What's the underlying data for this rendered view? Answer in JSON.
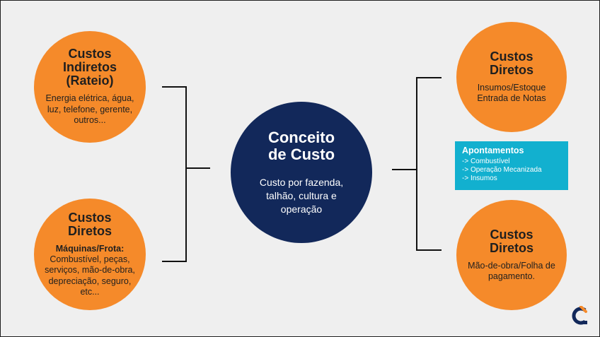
{
  "center": {
    "title": "Conceito\nde Custo",
    "body": "Custo por fazenda,\ntalhão, cultura e\noperação"
  },
  "left_top": {
    "title": "Custos\nIndiretos\n(Rateio)",
    "body": "Energia elétrica, água,\nluz, telefone, gerente,\noutros..."
  },
  "left_bottom": {
    "title": "Custos\nDiretos",
    "subtitle": "Máquinas/Frota:",
    "body": "Combustível, peças,\nserviços, mão-de-obra,\ndepreciação, seguro,\netc..."
  },
  "right_top": {
    "title": "Custos\nDiretos",
    "body": "Insumos/Estoque\nEntrada de Notas"
  },
  "right_bottom": {
    "title": "Custos\nDiretos",
    "body": "Mão-de-obra/Folha de\npagamento."
  },
  "note": {
    "title": "Apontamentos",
    "items": [
      "-> Combustível",
      "-> Operação Mecanizada",
      "-> Insumos"
    ]
  },
  "colors": {
    "orange": "#f58a2a",
    "navy": "#12285a",
    "cyan": "#12b0cf",
    "background": "#efefef",
    "line": "#111111"
  },
  "logo": {
    "icon": "c-brand-logo-icon"
  }
}
